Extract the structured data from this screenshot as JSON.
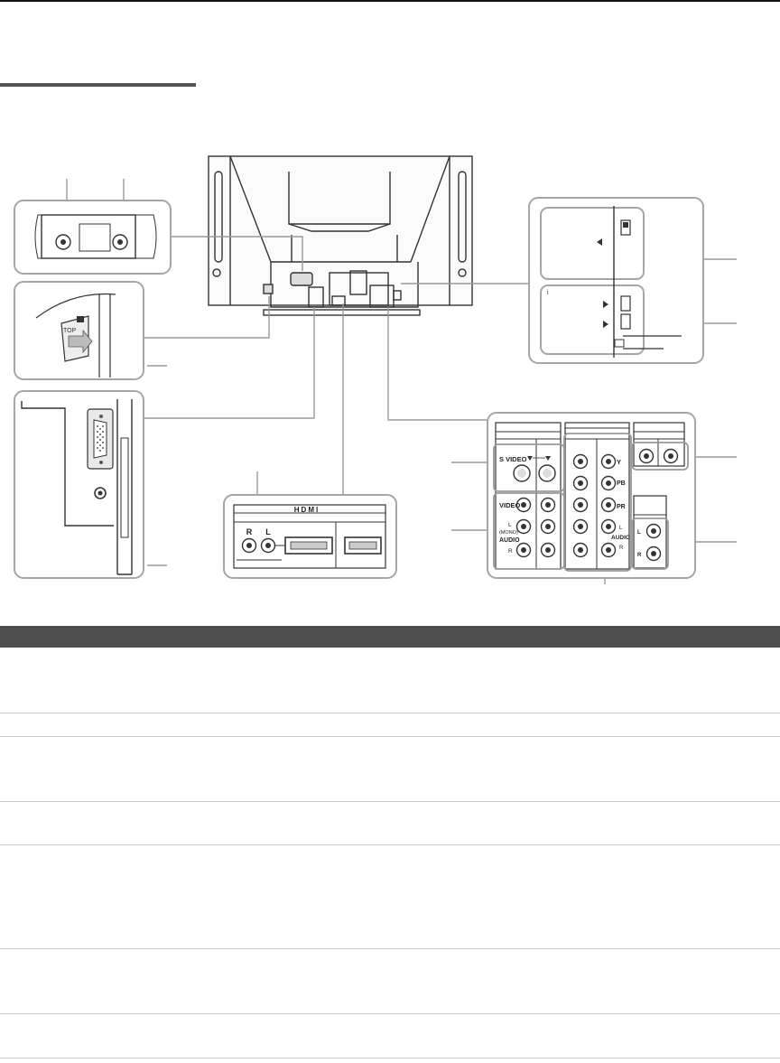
{
  "panel_labels": {
    "s_video": "S VIDEO",
    "video": "VIDEO",
    "mono": "(MONO)",
    "audio": "AUDIO",
    "l": "L",
    "r": "R",
    "y": "Y",
    "pb": "PB",
    "pr": "PR",
    "hdmi_logo": "HDMI",
    "top": "TOP"
  },
  "colors": {
    "line": "#333333",
    "callout": "#9a9a9a",
    "callout_box": "#a6a6a6",
    "header_band": "#4d4d4d"
  }
}
